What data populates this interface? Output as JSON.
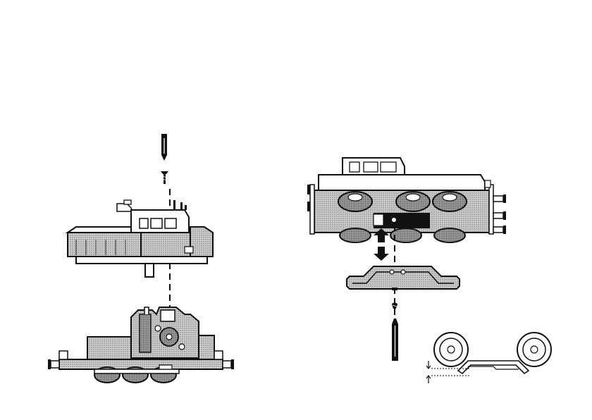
{
  "page": {
    "background": "#ffffff",
    "ink": "#111111",
    "shade": "#bdbdbd",
    "dark_fill": "#222222"
  },
  "figures": {
    "left": {
      "parts": [
        "flat-screwdriver-icon",
        "screw-icon",
        "locomotive-body-shell",
        "locomotive-chassis-with-motor"
      ],
      "assembly_line": "dashed"
    },
    "right": {
      "parts": [
        "inverted-locomotive-chassis",
        "bottom-plate",
        "screw-icon",
        "flat-screwdriver-icon",
        "wheelset-clearance-detail"
      ],
      "arrows": [
        "up-arrow-icon",
        "down-arrow-icon"
      ],
      "assembly_line": "dashed"
    }
  }
}
